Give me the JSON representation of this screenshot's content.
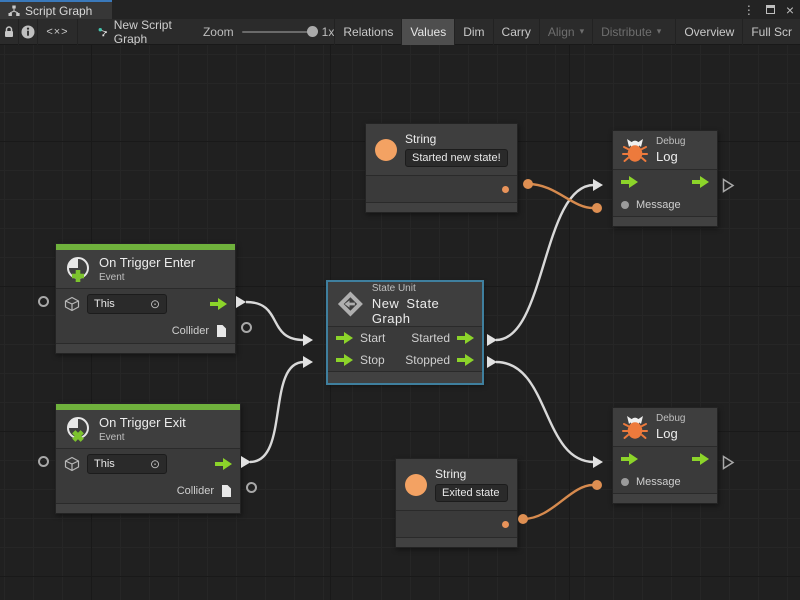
{
  "window": {
    "tab": {
      "title": "Script Graph"
    },
    "controls": {
      "menu_icon": "⋮",
      "close_icon": "×"
    }
  },
  "toolbar": {
    "code_icon": "<×>",
    "graph_name": "New Script Graph",
    "zoom_label": "Zoom",
    "zoom_value": "1x",
    "dropdown_arrow": "▾",
    "buttons": {
      "relations": "Relations",
      "values": "Values",
      "dim": "Dim",
      "carry": "Carry",
      "align": "Align",
      "distribute": "Distribute",
      "overview": "Overview",
      "fullscreen": "Full Scr"
    }
  },
  "icons": {
    "object_picker": "⊙"
  },
  "graph": {
    "nodes": {
      "string_top": {
        "title": "String",
        "value": "Started new state!"
      },
      "string_bottom": {
        "title": "String",
        "value": "Exited state"
      },
      "debug_top": {
        "kind": "Debug",
        "title": "Log",
        "message_label": "Message"
      },
      "debug_bottom": {
        "kind": "Debug",
        "title": "Log",
        "message_label": "Message"
      },
      "trigger_enter": {
        "title": "On Trigger Enter",
        "subtitle": "Event",
        "target_value": "This",
        "collider_label": "Collider"
      },
      "trigger_exit": {
        "title": "On Trigger Exit",
        "subtitle": "Event",
        "target_value": "This",
        "collider_label": "Collider"
      },
      "state_unit": {
        "kind": "State Unit",
        "title": "New State Graph",
        "ports": {
          "start": "Start",
          "stop": "Stop",
          "started": "Started",
          "stopped": "Stopped"
        }
      }
    },
    "connections": [
      {
        "from": "trigger_enter.control_out",
        "to": "state_unit.start",
        "type": "control"
      },
      {
        "from": "trigger_exit.control_out",
        "to": "state_unit.stop",
        "type": "control"
      },
      {
        "from": "state_unit.started",
        "to": "debug_top.control_in",
        "type": "control"
      },
      {
        "from": "state_unit.stopped",
        "to": "debug_bottom.control_in",
        "type": "control"
      },
      {
        "from": "string_top.output",
        "to": "debug_top.message",
        "type": "value"
      },
      {
        "from": "string_bottom.output",
        "to": "debug_bottom.message",
        "type": "value"
      }
    ]
  },
  "colors": {
    "tab_accent": "#3A79BB",
    "event_header_green": "#6FB13C",
    "flow_arrow_green": "#8CD42A",
    "value_orange": "#E8935A",
    "wire_white": "#D9D9D9",
    "wire_orange": "#D68A4E",
    "selection_blue": "#3F7F9E",
    "canvas_bg": "#202020"
  }
}
